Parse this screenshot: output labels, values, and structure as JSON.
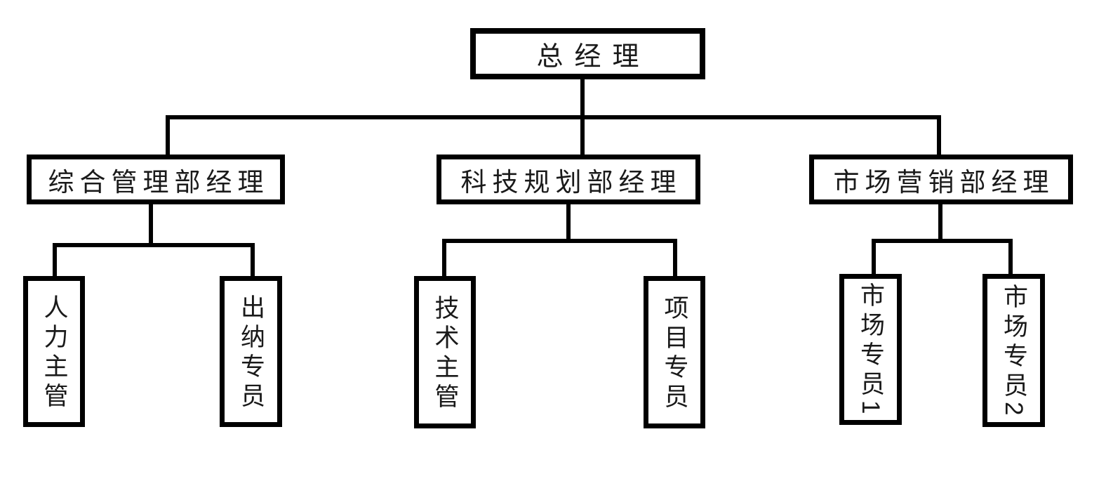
{
  "org_chart": {
    "type": "org-tree",
    "colors": {
      "background": "#ffffff",
      "box_border": "#000000",
      "text": "#1a1a1a",
      "connector": "#000000"
    },
    "root": {
      "id": "general-manager",
      "label": "总经理"
    },
    "level2": [
      {
        "id": "admin-dept-manager",
        "label": "综合管理部经理",
        "parent": "general-manager"
      },
      {
        "id": "tech-planning-dept-manager",
        "label": "科技规划部经理",
        "parent": "general-manager"
      },
      {
        "id": "marketing-dept-manager",
        "label": "市场营销部经理",
        "parent": "general-manager"
      }
    ],
    "level3": [
      {
        "id": "hr-supervisor",
        "label": "人力主管",
        "parent": "admin-dept-manager"
      },
      {
        "id": "cashier-specialist",
        "label": "出纳专员",
        "parent": "admin-dept-manager"
      },
      {
        "id": "technical-supervisor",
        "label": "技术主管",
        "parent": "tech-planning-dept-manager"
      },
      {
        "id": "project-specialist",
        "label": "项目专员",
        "parent": "tech-planning-dept-manager"
      },
      {
        "id": "marketing-specialist-1",
        "label": "市场专员1",
        "parent": "marketing-dept-manager"
      },
      {
        "id": "marketing-specialist-2",
        "label": "市场专员2",
        "parent": "marketing-dept-manager"
      }
    ]
  }
}
